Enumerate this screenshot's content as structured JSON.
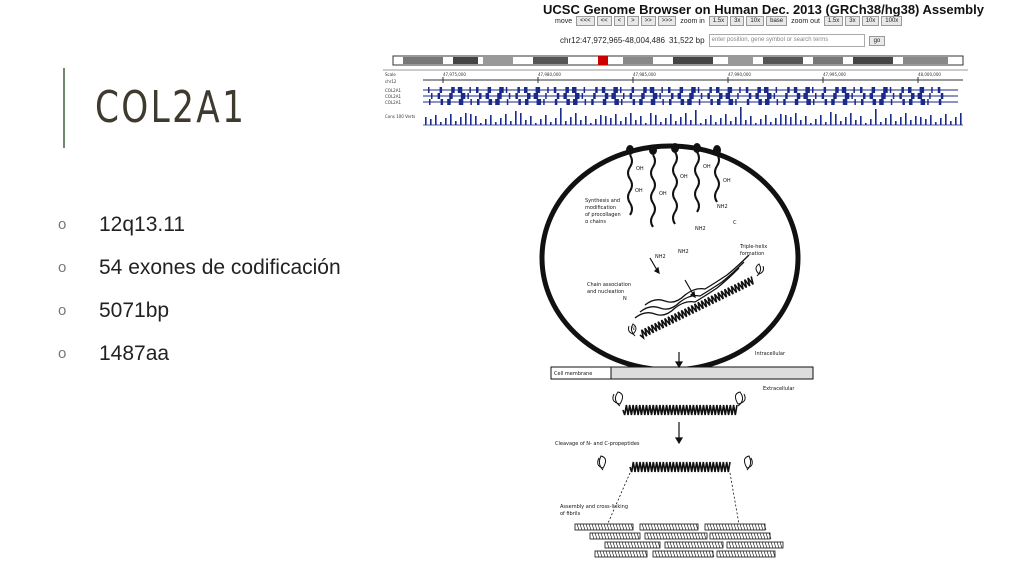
{
  "slide": {
    "title": "COL2A1",
    "bullets": [
      "12q13.11",
      "54 exones de codificación",
      "5071bp",
      "1487aa"
    ],
    "bullet_marker": "o"
  },
  "ucsc": {
    "title": "UCSC Genome Browser on Human Dec. 2013 (GRCh38/hg38) Assembly",
    "move_label": "move",
    "nav_buttons": [
      "<<<",
      "<<",
      "<",
      ">",
      ">>",
      ">>>"
    ],
    "zoom_in_label": "zoom in",
    "zoom_in_buttons": [
      "1.5x",
      "3x",
      "10x",
      "base"
    ],
    "zoom_out_label": "zoom out",
    "zoom_out_buttons": [
      "1.5x",
      "3x",
      "10x",
      "100x"
    ],
    "position": "chr12:47,972,965-48,004,486",
    "size": "31,522 bp",
    "search_placeholder": "enter position, gene symbol or search terms",
    "go_label": "go",
    "scale_ticks": [
      "47,975,000",
      "47,980,000",
      "47,985,000",
      "47,990,000",
      "47,995,000",
      "48,000,000"
    ],
    "track_labels": [
      "Scale",
      "chr12",
      "COL2A1",
      "COL2A1",
      "COL2A1",
      "Cons 100 Verts"
    ]
  },
  "diagram": {
    "labels": {
      "synthesis": [
        "Synthesis and",
        "modification",
        "of procollagen",
        "α chains"
      ],
      "triple_helix": [
        "Triple-helix",
        "formation"
      ],
      "chain_association": [
        "Chain association",
        "and nucleation"
      ],
      "intracellular": "Intracellular",
      "cell_membrane": "Cell membrane",
      "extracellular": "Extracellular",
      "cleavage": "Cleavage of N- and C-propeptides",
      "assembly": [
        "Assembly and cross-linking",
        "of fibrils"
      ],
      "oh": "OH",
      "nh2": "NH2",
      "n": "N",
      "c": "C"
    },
    "colors": {
      "ink": "#111111",
      "membrane": "#bbbbbb"
    }
  }
}
